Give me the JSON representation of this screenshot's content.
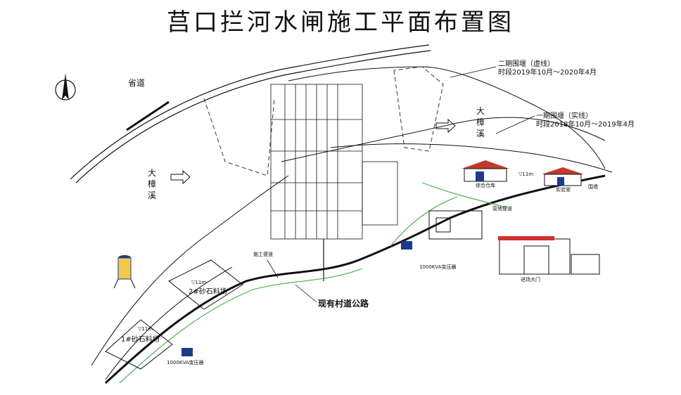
{
  "title": "莒口拦河水闸施工平面布置图",
  "labels": {
    "provincial_road": "省道",
    "river_left": "大樟溪",
    "river_right": "大樟溪",
    "phase2_cofferdam": "二期围堰（虚线）",
    "phase2_period": "时段2019年10月～2020年4月",
    "phase1_cofferdam": "一期围堰（实线）",
    "phase1_period": "时段2018年10月～2019年4月",
    "warehouse": "综合仓库",
    "lab": "实验室",
    "fence": "围墙",
    "site_road": "施工便道",
    "existing_road": "现有村道公路",
    "sand_yard_1": "1#砂石料场",
    "sand_yard_2": "2#砂石料场",
    "transformer_1": "1000KVA变压器",
    "transformer_2": "1000KVA变压器",
    "gate": "进场大门",
    "site_access": "营地便道",
    "sign_box_1": "▽11m",
    "sign_box_2": "▽11m",
    "sign_box_3": "▽11m"
  },
  "colors": {
    "line": "#111111",
    "green_path": "#4caf50",
    "red_accent": "#d32f2f",
    "roof_red": "#c0392b",
    "building_blue": "#1e3a8a",
    "silo_yellow": "#f2c94c"
  },
  "icons": {
    "north_arrow": "north-arrow-icon",
    "flow_arrow": "flow-arrow-icon"
  }
}
